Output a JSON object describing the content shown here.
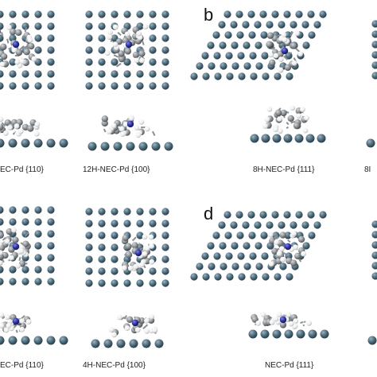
{
  "figure": {
    "panel_letters": {
      "b": "b",
      "d": "d"
    },
    "captions": {
      "top_left": "EC-Pd {110}",
      "top_mid": "12H-NEC-Pd {100}",
      "top_right_main": "8H-NEC-Pd {111}",
      "top_right_edge": "8I",
      "bottom_left": "EC-Pd {110}",
      "bottom_mid": "4H-NEC-Pd {100}",
      "bottom_right_main": "NEC-Pd {111}"
    },
    "colors": {
      "pd_atom": "#4f6e7f",
      "carbon_atom": "#8a8f93",
      "hydrogen_atom": "#f1f1f1",
      "nitrogen_atom": "#2b2f9c"
    }
  }
}
